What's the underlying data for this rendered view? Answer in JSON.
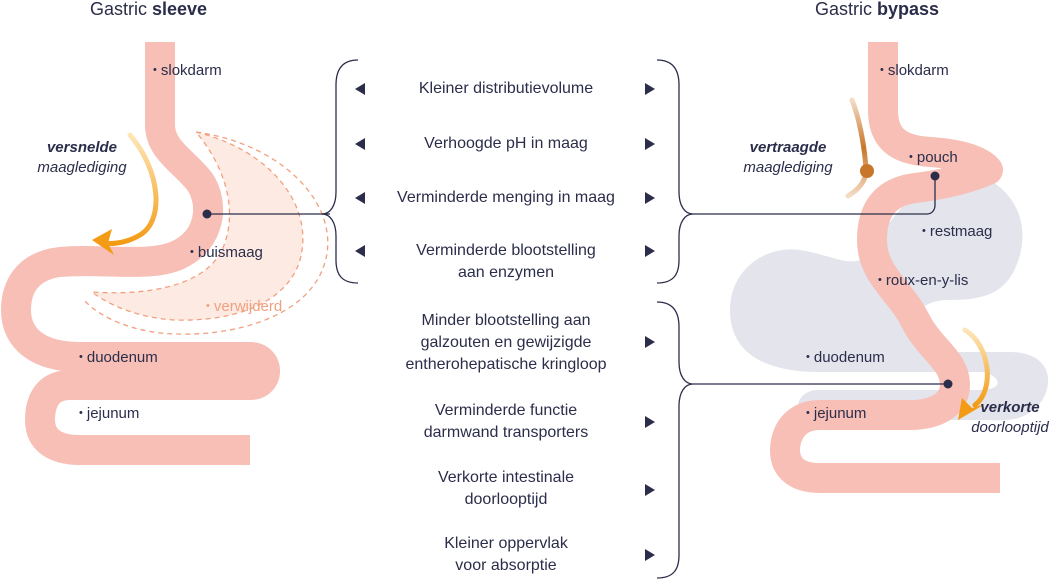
{
  "sleeve": {
    "title_prefix": "Gastric ",
    "title_bold": "sleeve",
    "labels": {
      "esophagus": "slokdarm",
      "tube_stomach": "buismaag",
      "removed": "verwijderd",
      "duodenum": "duodenum",
      "jejunum": "jejunum"
    },
    "note_bold": "versnelde",
    "note_italic": "maaglediging"
  },
  "bypass": {
    "title_prefix": "Gastric ",
    "title_bold": "bypass",
    "labels": {
      "esophagus": "slokdarm",
      "pouch": "pouch",
      "remnant_stomach": "restmaag",
      "roux_limb": "roux-en-y-lis",
      "duodenum": "duodenum",
      "jejunum": "jejunum"
    },
    "note_bold": "vertraagde",
    "note_italic": "maaglediging",
    "note2_bold": "verkorte",
    "note2_italic": "doorlooptijd"
  },
  "effects_shared": [
    {
      "line1": "Kleiner distributievolume",
      "line2": ""
    },
    {
      "line1": "Verhoogde pH in maag",
      "line2": ""
    },
    {
      "line1": "Verminderde menging in maag",
      "line2": ""
    },
    {
      "line1": "Verminderde blootstelling",
      "line2": "aan enzymen"
    }
  ],
  "effects_bypass": [
    {
      "line1": "Minder blootstelling aan",
      "line2": "galzouten en gewijzigde",
      "line3": "entherohepatische kringloop"
    },
    {
      "line1": "Verminderde functie",
      "line2": "darmwand transporters",
      "line3": ""
    },
    {
      "line1": "Verkorte intestinale",
      "line2": "doorlooptijd",
      "line3": ""
    },
    {
      "line1": "Kleiner oppervlak",
      "line2": "voor absorptie",
      "line3": ""
    }
  ],
  "colors": {
    "gut": "#f7bfb5",
    "removed_fill": "#fdebe3",
    "removed_line": "#f1a07f",
    "remnant": "#e3e4ec",
    "arrow": "#f39b14",
    "ink": "#2b2d4a",
    "limb": "#c8762a"
  }
}
